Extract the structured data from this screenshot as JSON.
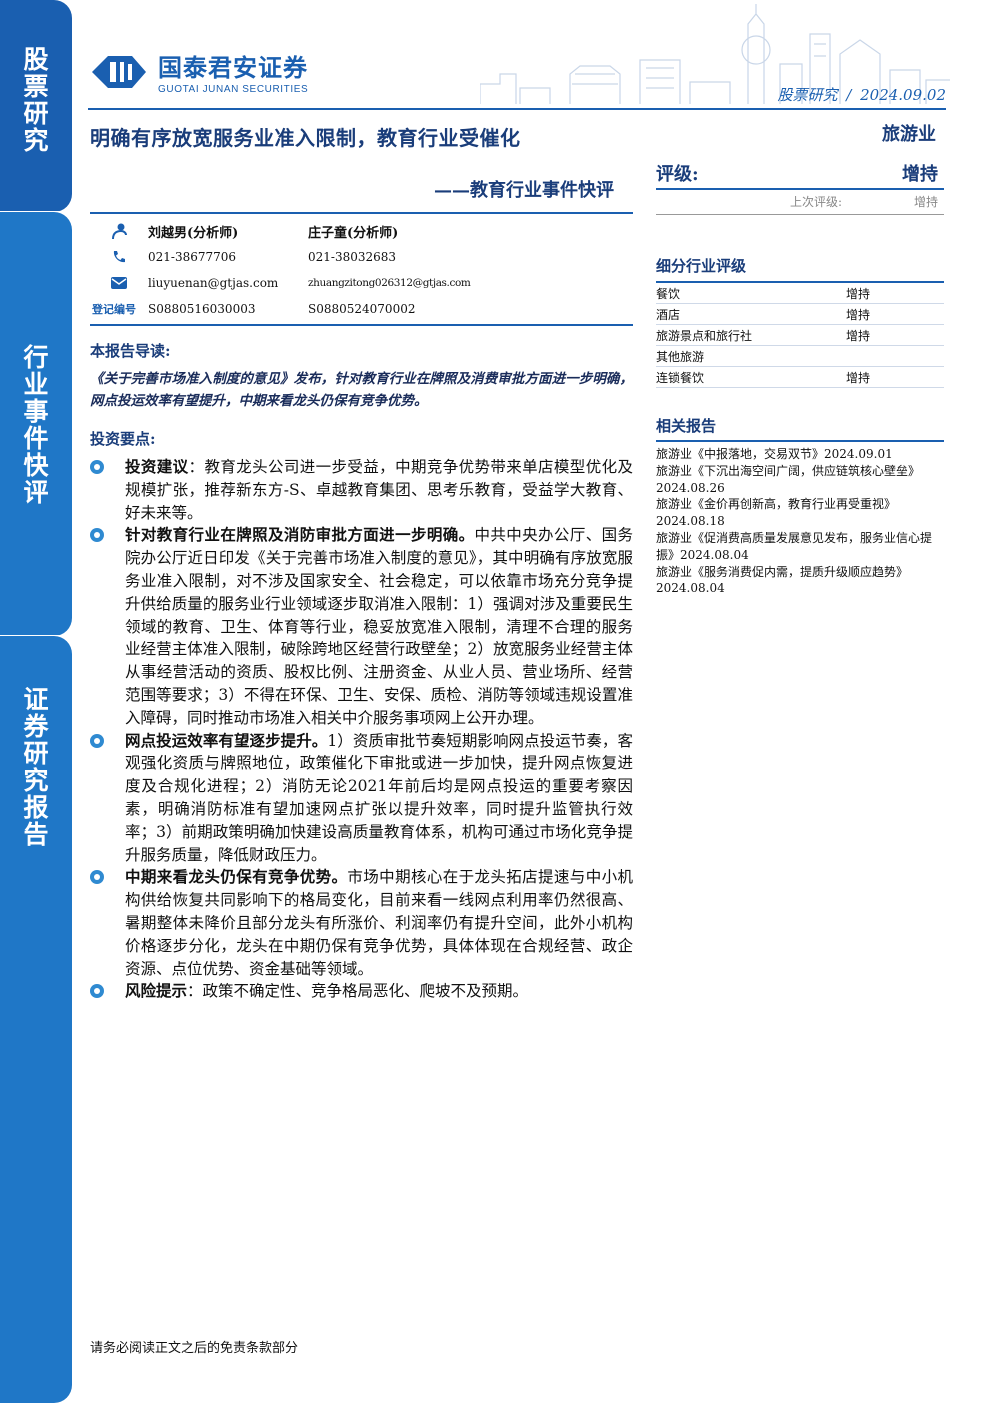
{
  "side_tabs": {
    "stock": "股票研究",
    "event": "行业事件快评",
    "report": "证券研究报告"
  },
  "header": {
    "logo_cn": "国泰君安证券",
    "logo_en": "GUOTAI JUNAN SECURITIES",
    "category": "股票研究",
    "separator": "/",
    "date": "2024.09.02",
    "brand_color": "#1a5fb0"
  },
  "title": {
    "main": "明确有序放宽服务业准入限制，教育行业受催化",
    "sub": "——教育行业事件快评",
    "industry": "旅游业"
  },
  "rating": {
    "label": "评级:",
    "value": "增持",
    "prev_label": "上次评级:",
    "prev_value": "增持"
  },
  "analysts": [
    {
      "name": "刘越男(分析师)",
      "phone": "021-38677706",
      "email": "liuyuenan@gtjas.com",
      "reg": "S0880516030003"
    },
    {
      "name": "庄子童(分析师)",
      "phone": "021-38032683",
      "email": "zhuangzitong026312@gtjas.com",
      "reg": "S0880524070002"
    }
  ],
  "reg_label": "登记编号",
  "guide": {
    "heading": "本报告导读:",
    "text": "《关于完善市场准入制度的意见》发布，针对教育行业在牌照及消费审批方面进一步明确，网点投运效率有望提升，中期来看龙头仍保有竞争优势。"
  },
  "points": {
    "heading": "投资要点:",
    "items": [
      {
        "lead": "投资建议",
        "sep": "：",
        "text": "教育龙头公司进一步受益，中期竞争优势带来单店模型优化及规模扩张，推荐新东方-S、卓越教育集团、思考乐教育，受益学大教育、好未来等。"
      },
      {
        "lead": "针对教育行业在牌照及消防审批方面进一步明确。",
        "sep": "",
        "text": "中共中央办公厅、国务院办公厅近日印发《关于完善市场准入制度的意见》，其中明确有序放宽服务业准入限制，对不涉及国家安全、社会稳定，可以依靠市场充分竞争提升供给质量的服务业行业领域逐步取消准入限制：1）强调对涉及重要民生领域的教育、卫生、体育等行业，稳妥放宽准入限制，清理不合理的服务业经营主体准入限制，破除跨地区经营行政壁垒；2）放宽服务业经营主体从事经营活动的资质、股权比例、注册资金、从业人员、营业场所、经营范围等要求；3）不得在环保、卫生、安保、质检、消防等领域违规设置准入障碍，同时推动市场准入相关中介服务事项网上公开办理。"
      },
      {
        "lead": "网点投运效率有望逐步提升。",
        "sep": "",
        "text": "1）资质审批节奏短期影响网点投运节奏，客观强化资质与牌照地位，政策催化下审批或进一步加快，提升网点恢复进度及合规化进程；2）消防无论2021年前后均是网点投运的重要考察因素，明确消防标准有望加速网点扩张以提升效率，同时提升监管执行效率；3）前期政策明确加快建设高质量教育体系，机构可通过市场化竞争提升服务质量，降低财政压力。"
      },
      {
        "lead": "中期来看龙头仍保有竞争优势。",
        "sep": "",
        "text": "市场中期核心在于龙头拓店提速与中小机构供给恢复共同影响下的格局变化，目前来看一线网点利用率仍然很高、暑期整体未降价且部分龙头有所涨价、利润率仍有提升空间，此外小机构价格逐步分化，龙头在中期仍保有竞争优势，具体体现在合规经营、政企资源、点位优势、资金基础等领域。"
      },
      {
        "lead": "风险提示",
        "sep": "：",
        "text": "政策不确定性、竞争格局恶化、爬坡不及预期。"
      }
    ]
  },
  "sub_industry": {
    "heading": "细分行业评级",
    "rows": [
      {
        "name": "餐饮",
        "rating": "增持"
      },
      {
        "name": "酒店",
        "rating": "增持"
      },
      {
        "name": "旅游景点和旅行社",
        "rating": "增持"
      },
      {
        "name": "其他旅游",
        "rating": ""
      },
      {
        "name": "连锁餐饮",
        "rating": "增持"
      }
    ]
  },
  "related": {
    "heading": "相关报告",
    "items": [
      {
        "text": "旅游业《中报落地，交易双节》",
        "date": "2024.09.01",
        "inline": true
      },
      {
        "text": "旅游业《下沉出海空间广阔，供应链筑核心壁垒》",
        "date": "2024.08.26",
        "inline": true
      },
      {
        "text": "旅游业《金价再创新高，教育行业再受重视》",
        "date": "2024.08.18",
        "inline": false
      },
      {
        "text": "旅游业《促消费高质量发展意见发布，服务业信心提振》",
        "date": "2024.08.04",
        "inline": true
      },
      {
        "text": "旅游业《服务消费促内需，提质升级顺应趋势》",
        "date": "2024.08.04",
        "inline": false
      }
    ]
  },
  "footer": "请务必阅读正文之后的免责条款部分"
}
